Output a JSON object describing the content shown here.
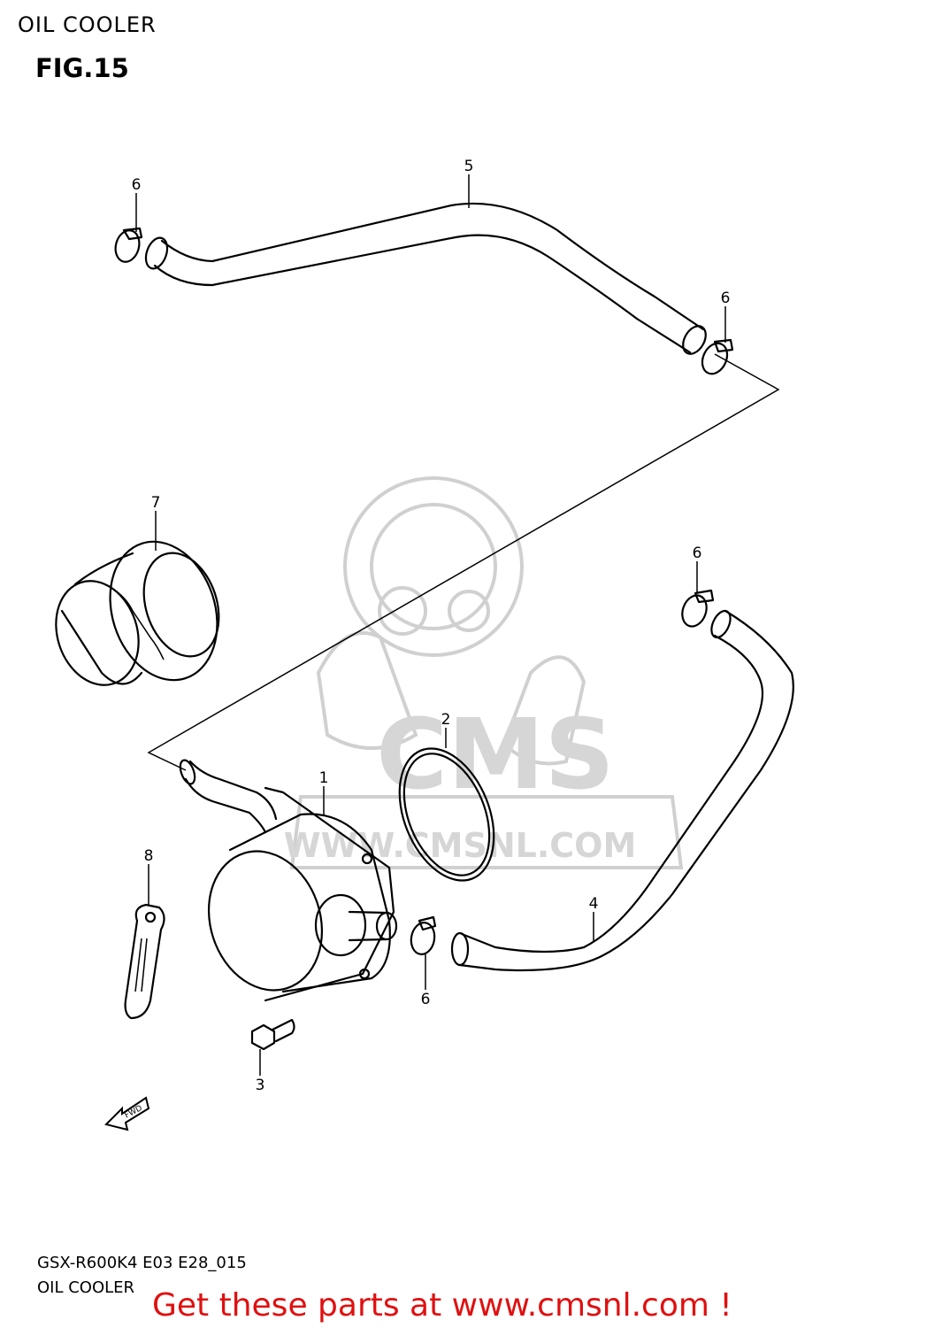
{
  "header": {
    "title": "OIL COOLER",
    "figure": "FIG.15"
  },
  "callouts": [
    {
      "id": "c1",
      "label": "1"
    },
    {
      "id": "c2",
      "label": "2"
    },
    {
      "id": "c3",
      "label": "3"
    },
    {
      "id": "c4",
      "label": "4"
    },
    {
      "id": "c5",
      "label": "5"
    },
    {
      "id": "c6a",
      "label": "6"
    },
    {
      "id": "c6b",
      "label": "6"
    },
    {
      "id": "c6c",
      "label": "6"
    },
    {
      "id": "c6d",
      "label": "6"
    },
    {
      "id": "c7",
      "label": "7"
    },
    {
      "id": "c8",
      "label": "8"
    }
  ],
  "fwd_label": "FWD",
  "watermark": {
    "brand": "CMS",
    "url": "WWW.CMSNL.COM"
  },
  "footer": {
    "model_code": "GSX-R600K4 E03 E28_015",
    "section_name": "OIL COOLER"
  },
  "promo": {
    "text": "Get these parts at www.cmsnl.com !",
    "color": "#e01010"
  }
}
